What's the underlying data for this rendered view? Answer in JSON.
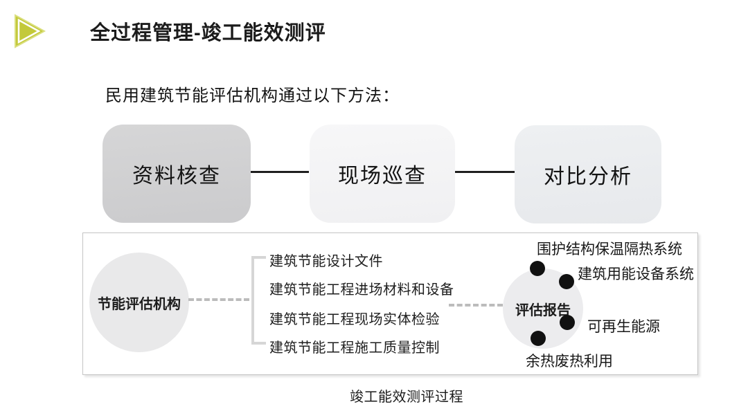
{
  "slide": {
    "title": "全过程管理-竣工能效测评",
    "intro": "民用建筑节能评估机构通过以下方法：",
    "caption": "竣工能效测评过程"
  },
  "flow": {
    "steps": [
      {
        "label": "资料核查"
      },
      {
        "label": "现场巡查"
      },
      {
        "label": "对比分析"
      }
    ]
  },
  "panel": {
    "agency": "节能评估机构",
    "checklist": [
      "建筑节能设计文件",
      "建筑节能工程进场材料和设备",
      "建筑节能工程现场实体检验",
      "建筑节能工程施工质量控制"
    ],
    "report": "评估报告",
    "aspects": [
      "围护结构保温隔热系统",
      "建筑用能设备系统",
      "可再生能源",
      "余热废热利用"
    ]
  },
  "colors": {
    "logo_green": "#c3c93a",
    "logo_green_light": "#dadf7e",
    "step1_bg": "#cfcfd1",
    "step2_bg": "#f4f4f5",
    "step3_bg": "#e9ebee",
    "circle_bg": "#e9e9ea",
    "report_circle_bg": "#ececee",
    "node_dot": "#111111",
    "flow_connector": "#1f1f1f",
    "dash_gray": "#bcbcbc",
    "panel_border": "#c4c4c4"
  }
}
